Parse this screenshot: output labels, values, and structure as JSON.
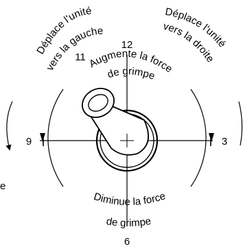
{
  "labels": {
    "clock_12": "12",
    "clock_11": "11",
    "clock_9": "9",
    "clock_3": "3",
    "clock_6": "6",
    "left_line1": "Déplace l'unité",
    "left_line2": "vers la gauche",
    "right_line1": "Déplace l'unité",
    "right_line2": "vers la droite",
    "top_line1": "Augmente la force",
    "top_line2": "de grimpe",
    "bottom_line1": "Diminue la force",
    "bottom_line2": "de grimpe",
    "edge_fragment": "e"
  }
}
